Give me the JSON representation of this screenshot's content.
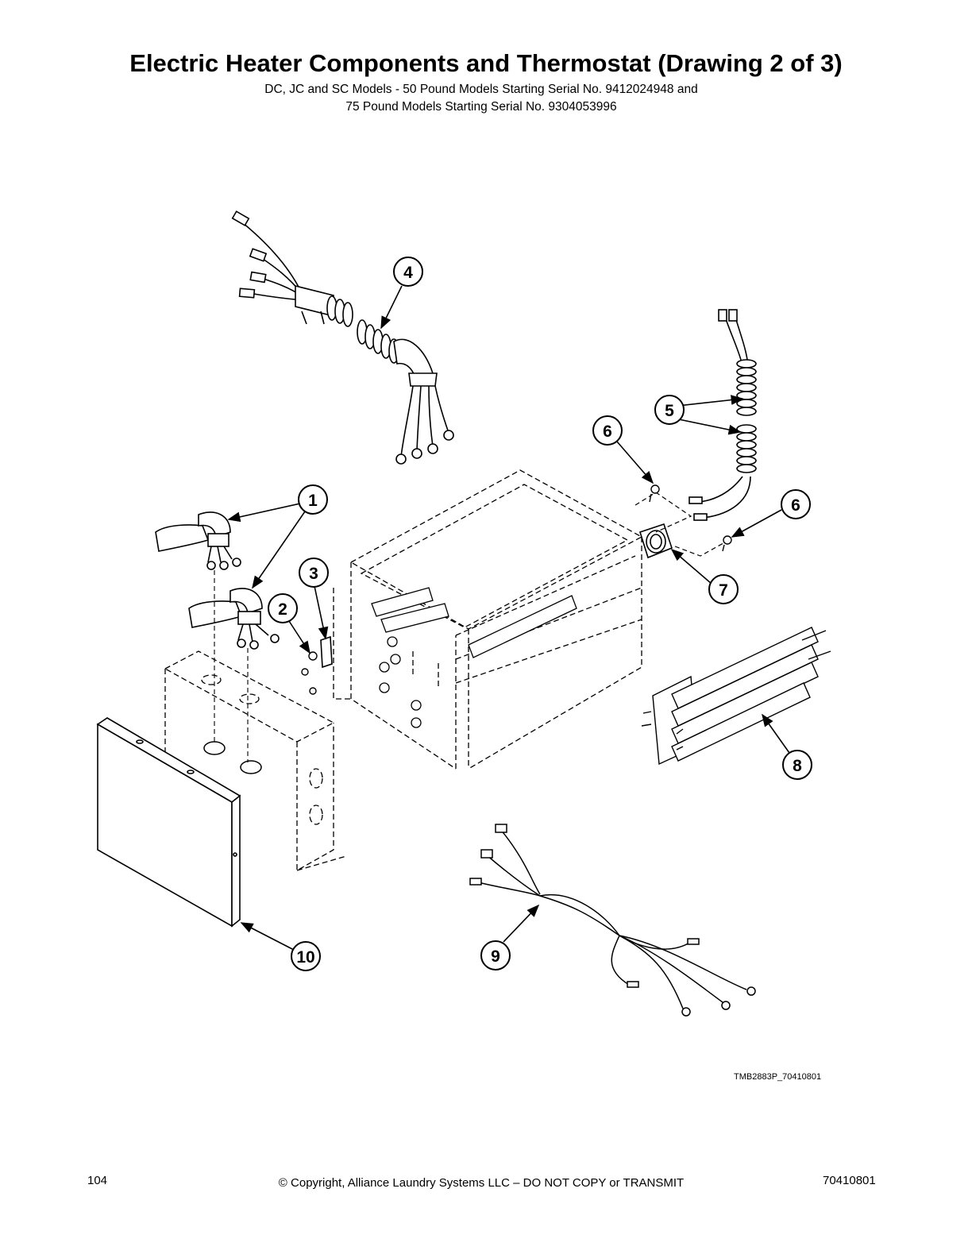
{
  "header": {
    "title": "Electric Heater Components and Thermostat (Drawing 2 of 3)",
    "subtitle_line1": "DC, JC and SC Models - 50 Pound Models Starting Serial No. 9412024948 and",
    "subtitle_line2": "75 Pound Models Starting Serial No. 9304053996"
  },
  "callouts": [
    {
      "id": "callout-4",
      "label": "4"
    },
    {
      "id": "callout-5",
      "label": "5"
    },
    {
      "id": "callout-6a",
      "label": "6"
    },
    {
      "id": "callout-6b",
      "label": "6"
    },
    {
      "id": "callout-1",
      "label": "1"
    },
    {
      "id": "callout-7",
      "label": "7"
    },
    {
      "id": "callout-3",
      "label": "3"
    },
    {
      "id": "callout-2",
      "label": "2"
    },
    {
      "id": "callout-8",
      "label": "8"
    },
    {
      "id": "callout-10",
      "label": "10"
    },
    {
      "id": "callout-9",
      "label": "9"
    }
  ],
  "drawing_id": "TMB2883P_70410801",
  "footer": {
    "page_number": "104",
    "copyright": "© Copyright, Alliance Laundry Systems LLC – DO NOT COPY or TRANSMIT",
    "document_number": "70410801"
  }
}
